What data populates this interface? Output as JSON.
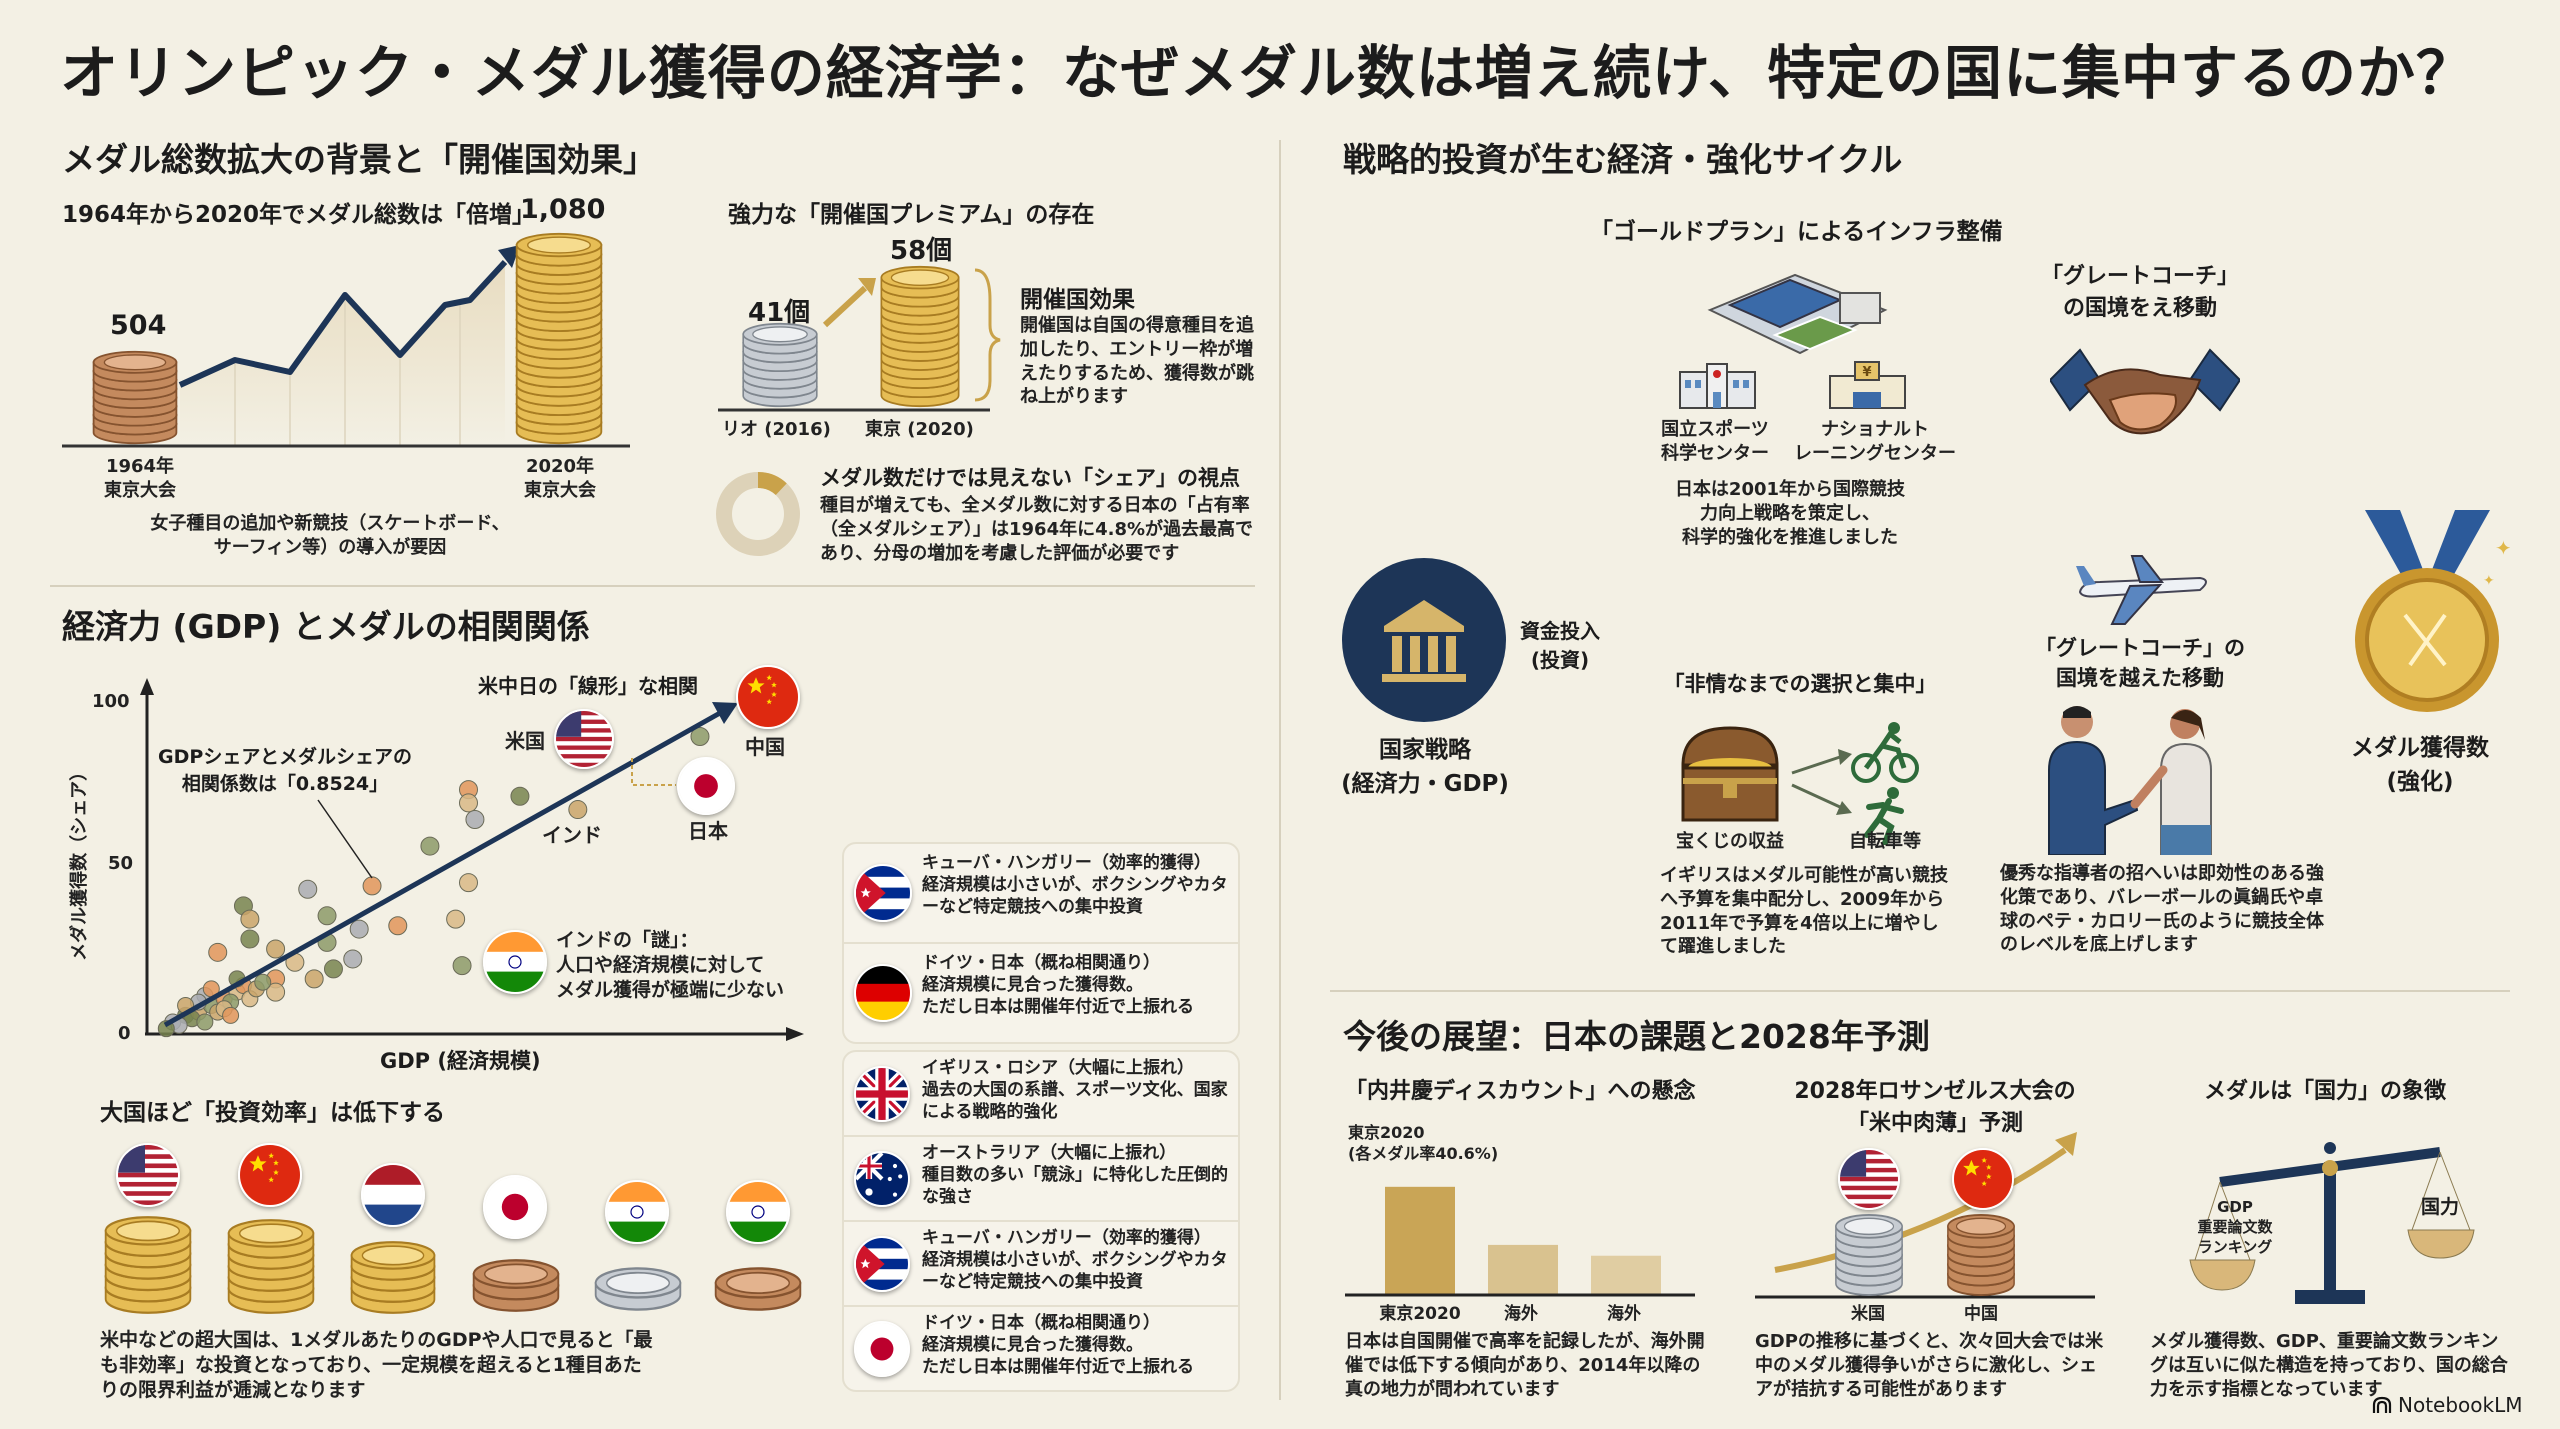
{
  "title": "オリンピック・メダル獲得の経済学：なぜメダル数は増え続け、特定の国に集中するのか？",
  "colors": {
    "background": "#f3f0e4",
    "navy": "#1d3557",
    "gold": "#c9a24a",
    "text": "#1c1c1c"
  },
  "section1": {
    "heading": "メダル総数拡大の背景と「開催国効果」",
    "growth": {
      "subtitle": "1964年から2020年でメダル総数は「倍増」",
      "value_1964": "504",
      "value_2020": "1,080",
      "label_1964": "1964年\n東京大会",
      "label_2020": "2020年\n東京大会",
      "caption": "女子種目の追加や新競技（スケートボード、\nサーフィン等）の導入が要因"
    },
    "host": {
      "subtitle": "強力な「開催国プレミアム」の存在",
      "rio_value": "41個",
      "tokyo_value": "58個",
      "rio_label": "リオ (2016)",
      "tokyo_label": "東京 (2020)",
      "effect_title": "開催国効果",
      "effect_text": "開催国は自国の得意種目を追加したり、エントリー枠が増えたりするため、獲得数が跳ね上がります"
    },
    "share": {
      "title": "メダル数だけでは見えない「シェア」の視点",
      "text": "種目が増えても、全メダル数に対する日本の「占有率（全メダルシェア）」は1964年に4.8%が過去最高であり、分母の増加を考慮した評価が必要です",
      "share_fraction": 0.12
    }
  },
  "section2": {
    "heading": "経済力 (GDP) とメダルの相関関係",
    "scatter": {
      "y_title": "メダル獲得数（シェア）",
      "x_title": "GDP (経済規模)",
      "y_ticks": [
        "100",
        "50",
        "0"
      ],
      "linear_note": "米中日の「線形」な相関",
      "corr_note": "GDPシェアとメダルシェアの\n相関係数は「0.8524」",
      "labels": {
        "us": "米国",
        "cn": "中国",
        "jp": "日本",
        "in": "インド"
      },
      "india_note": "インドの「謎」：\n人口や経済規模に対して\nメダル獲得が極端に少ない",
      "palette": [
        "#8c9a68",
        "#e0955a",
        "#d8b886",
        "#a9acb2",
        "#77844f",
        "#c9a56a"
      ],
      "points": [
        [
          86,
          89
        ],
        [
          50,
          73
        ],
        [
          50,
          69
        ],
        [
          51,
          64
        ],
        [
          58,
          71
        ],
        [
          67,
          67
        ],
        [
          44,
          56
        ],
        [
          35,
          44
        ],
        [
          50,
          45
        ],
        [
          25,
          43
        ],
        [
          15,
          38
        ],
        [
          16,
          34
        ],
        [
          28,
          35
        ],
        [
          39,
          32
        ],
        [
          48,
          34
        ],
        [
          33,
          31
        ],
        [
          16,
          28
        ],
        [
          20,
          25
        ],
        [
          28,
          27
        ],
        [
          11,
          24
        ],
        [
          23,
          21
        ],
        [
          32,
          22
        ],
        [
          29,
          19
        ],
        [
          26,
          16
        ],
        [
          49,
          20
        ],
        [
          20,
          16
        ],
        [
          20,
          12
        ],
        [
          4,
          3
        ],
        [
          6,
          5
        ],
        [
          8,
          6
        ],
        [
          10,
          8
        ],
        [
          12,
          10
        ],
        [
          14,
          12
        ],
        [
          9,
          11
        ],
        [
          7,
          4
        ],
        [
          11,
          6
        ],
        [
          13,
          9
        ],
        [
          15,
          14
        ],
        [
          16,
          10
        ],
        [
          5,
          2
        ],
        [
          3,
          1
        ],
        [
          17,
          13
        ],
        [
          18,
          15
        ],
        [
          10,
          13
        ],
        [
          12,
          7
        ],
        [
          8,
          9
        ],
        [
          14,
          16
        ],
        [
          6,
          8
        ],
        [
          9,
          3
        ],
        [
          13,
          5
        ]
      ]
    },
    "notes_group1": [
      {
        "flag": "cu",
        "title": "キューバ・ハンガリー（効率的獲得）",
        "text": "経済規模は小さいが、ボクシングやカターなど特定競技への集中投資"
      },
      {
        "flag": "de",
        "title": "ドイツ・日本（概ね相関通り）",
        "text": "経済規模に見合った獲得数。\nただし日本は開催年付近で上振れる"
      }
    ],
    "notes_group2": [
      {
        "flag": "gb",
        "title": "イギリス・ロシア（大幅に上振れ）",
        "text": "過去の大国の系譜、スポーツ文化、国家による戦略的強化"
      },
      {
        "flag": "au",
        "title": "オーストラリア（大幅に上振れ）",
        "text": "種目数の多い「競泳」に特化した圧倒的な強さ"
      },
      {
        "flag": "cu",
        "title": "キューバ・ハンガリー（効率的獲得）",
        "text": "経済規模は小さいが、ボクシングやカターなど特定競技への集中投資"
      },
      {
        "flag": "jp",
        "title": "ドイツ・日本（概ね相関通り）",
        "text": "経済規模に見合った獲得数。\nただし日本は開催年付近で上振れる"
      }
    ],
    "efficiency": {
      "title": "大国ほど「投資効率」は低下する",
      "flags": [
        "us",
        "cn",
        "nl",
        "jp",
        "in",
        "in"
      ],
      "text": "米中などの超大国は、1メダルあたりのGDPや人口で見ると「最も非効率」な投資となっており、一定規模を超えると1種目あたりの限界利益が逓減となります"
    }
  },
  "section3": {
    "heading": "戦略的投資が生む経済・強化サイクル",
    "gold_plan": {
      "title": "「ゴールドプラン」によるインフラ整備",
      "jiss": "国立スポーツ\n科学センター",
      "ntc": "ナショナルト\nレーニングセンター",
      "text": "日本は2001年から国際競技\n力向上戦略を策定し、\n科学的強化を推進しました"
    },
    "coach_top": "「グレートコーチ」\nの国境をえ移動",
    "state": {
      "label": "国家戦略\n(経済力・GDP)",
      "funding": "資金投入\n(投資)"
    },
    "select": {
      "title": "「非情なまでの選択と集中」",
      "lottery": "宝くじの収益",
      "cycling": "自転車等",
      "text": "イギリスはメダル可能性が高い競技へ予算を集中配分し、2009年から2011年で予算を4倍以上に増やして躍進しました"
    },
    "coach": {
      "title": "「グレートコーチ」の\n国境を越えた移動",
      "text": "優秀な指導者の招へいは即効性のある強化策であり、バレーボールの眞鍋氏や卓球のペテ・カロリー氏のように競技全体のレベルを底上げします"
    },
    "medal": "メダル獲得数\n(強化)"
  },
  "section4": {
    "heading": "今後の展望：日本の課題と2028年予測",
    "discount": {
      "title": "「内井慶ディスカウント」への懸念",
      "annotation": "東京2020\n(各メダル率40.6%)",
      "bars": [
        {
          "label": "東京2020",
          "value": 40.6
        },
        {
          "label": "海外",
          "value": 18.6
        },
        {
          "label": "海外",
          "value": 14.5
        }
      ],
      "text": "日本は自国開催で高率を記録したが、海外開催では低下する傾向があり、2014年以降の真の地力が問われています"
    },
    "la2028": {
      "title": "2028年ロサンゼルス大会の\n「米中肉薄」予測",
      "us_label": "米国",
      "cn_label": "中国",
      "text": "GDPの推移に基づくと、次々回大会では米中のメダル獲得争いがさらに激化し、シェアが拮抗する可能性があります"
    },
    "power": {
      "title": "メダルは「国力」の象徴",
      "left_pan": "GDP\n重要論文数\nランキング",
      "right_pan": "国力",
      "text": "メダル獲得数、GDP、重要論文数ランキングは互いに似た構造を持っており、国の総合力を示す指標となっています"
    }
  },
  "footer": {
    "brand": "NotebookLM"
  }
}
